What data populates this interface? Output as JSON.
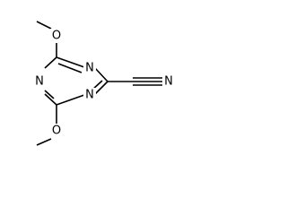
{
  "structure": {
    "atoms": [
      {
        "id": "ring_n_top",
        "symbol": "N"
      },
      {
        "id": "ring_n_left",
        "symbol": "N"
      },
      {
        "id": "ring_n_bottom",
        "symbol": "N"
      },
      {
        "id": "o_top",
        "symbol": "O"
      },
      {
        "id": "o_bottom",
        "symbol": "O"
      },
      {
        "id": "nitrile_n",
        "symbol": "N"
      }
    ],
    "bond_orders": {
      "ring": [
        2,
        1,
        2,
        1,
        2,
        1
      ],
      "nitrile": 3,
      "methoxy": [
        1,
        1
      ]
    },
    "colors": {
      "bond": "#000000",
      "text": "#000000",
      "background": "#ffffff"
    }
  }
}
